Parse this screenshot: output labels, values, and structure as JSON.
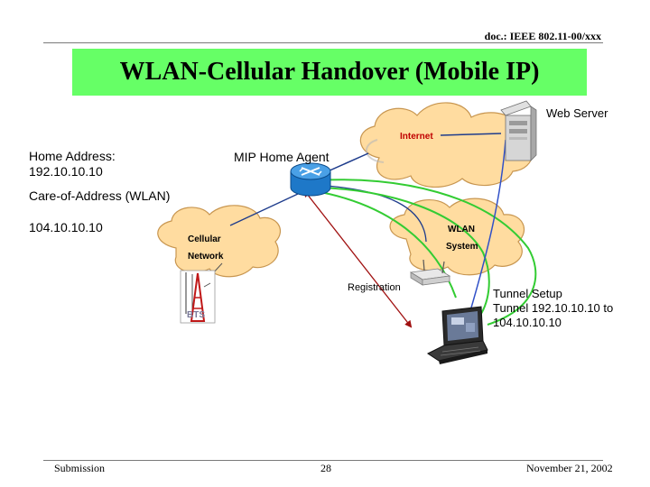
{
  "header": {
    "doc_ref": "doc.: IEEE 802.11-00/xxx"
  },
  "title": "WLAN-Cellular Handover (Mobile IP)",
  "colors": {
    "title_band": "#66ff66",
    "tunnel_green": "#33cc33",
    "registration_red": "#a01010",
    "cloud_fill": "#ffdca0",
    "cloud_stroke": "#c89650",
    "router_blue": "#1e78c8"
  },
  "diagram": {
    "web_server_label": "Web Server",
    "internet_label": "Internet",
    "home_agent_label": "MIP Home Agent",
    "home_address_line1": "Home Address:",
    "home_address_line2": "192.10.10.10",
    "coa_label": "Care-of-Address (WLAN)",
    "coa_value": "104.10.10.10",
    "cellular_label_1": "Cellular",
    "cellular_label_2": "Network",
    "wlan_label_1": "WLAN",
    "wlan_label_2": "System",
    "registration_label": "Registration",
    "tunnel_line1": "Tunnel Setup",
    "tunnel_line2": "Tunnel 192.10.10.10 to",
    "tunnel_line3": "104.10.10.10",
    "bts_label": "BTS",
    "icons": [
      "web-server-icon",
      "router-icon",
      "access-point-icon",
      "laptop-icon",
      "bts-tower-icon"
    ]
  },
  "footer": {
    "left": "Submission",
    "page": "28",
    "date": "November 21, 2002"
  }
}
